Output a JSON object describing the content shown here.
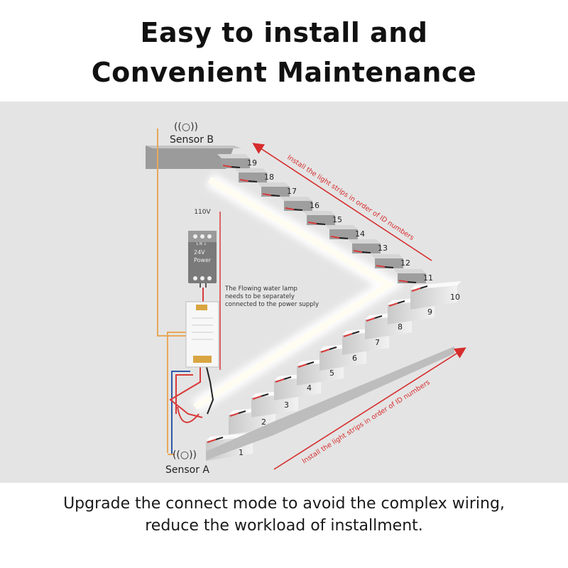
{
  "title": {
    "line1": "Easy to install and",
    "line2": "Convenient Maintenance"
  },
  "diagram": {
    "sensor_b": "Sensor B",
    "sensor_a": "Sensor A",
    "power_voltage": "110V",
    "power_terminals": "L  N  ⏚",
    "power_label_1": "24V",
    "power_label_2": "Power",
    "note_line1": "The Flowing water lamp",
    "note_line2": "needs to be separately",
    "note_line3": "connected to the power supply",
    "upper_arrow_text": "Install the light strips in order of ID numbers",
    "lower_arrow_text": "Install the light strips in order of ID numbers",
    "step_numbers": [
      "1",
      "2",
      "3",
      "4",
      "5",
      "6",
      "7",
      "8",
      "9",
      "10",
      "11",
      "12",
      "13",
      "14",
      "15",
      "16",
      "17",
      "18",
      "19"
    ],
    "colors": {
      "arrow": "#d62c2c",
      "wire_orange": "#e8a85a",
      "wire_red": "#d83a3a",
      "strip_glow": "#fffdf2"
    }
  },
  "caption": {
    "line1": "Upgrade the connect mode to avoid the complex wiring,",
    "line2": "reduce the workload of installment."
  }
}
